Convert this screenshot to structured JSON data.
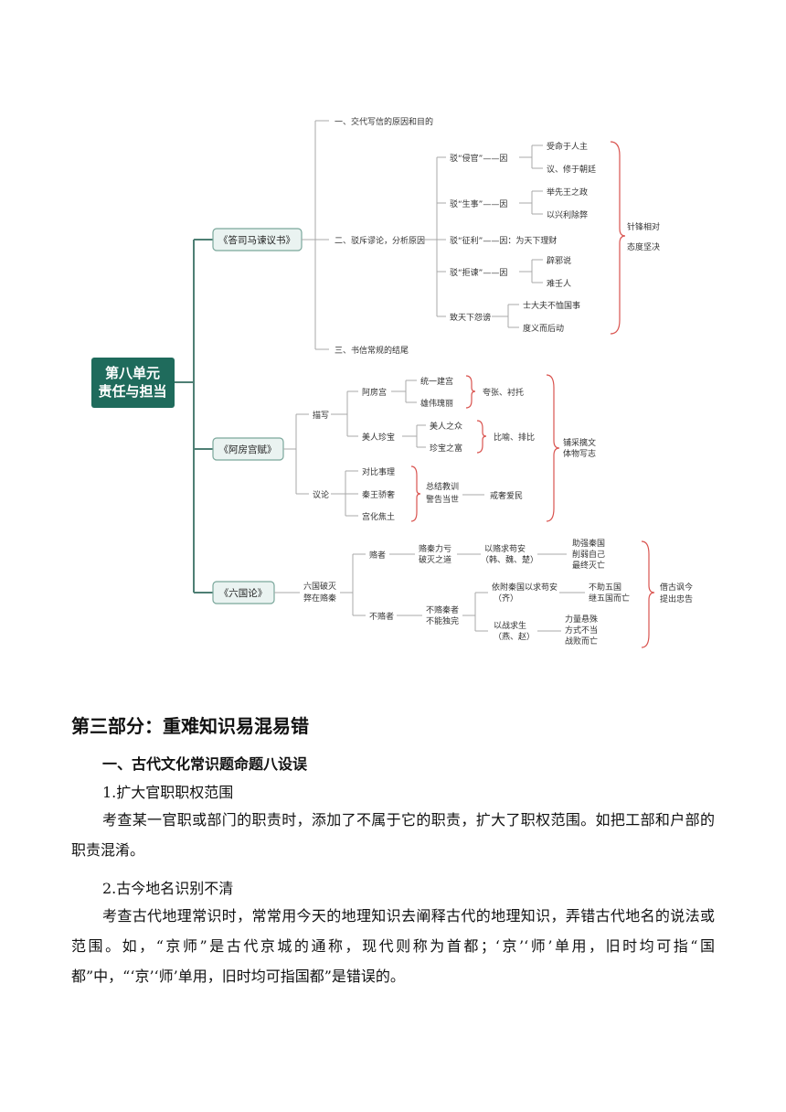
{
  "mindmap": {
    "root": {
      "line1": "第八单元",
      "line2": "责任与担当"
    },
    "b1": {
      "title": "《答司马谏议书》",
      "s1": "一、交代写信的原因和目的",
      "s2": "二、驳斥谬论，分析原因",
      "s3": "三、书信常规的结尾",
      "bo1": "驳“侵官”——因",
      "bo1a": "受命于人主",
      "bo1b": "议、修于朝廷",
      "bo2": "驳“生事”——因",
      "bo2a": "举先王之政",
      "bo2b": "以兴利除弊",
      "bo3": "驳“征利”——因：为天下理财",
      "bo4": "驳“拒谏”——因",
      "bo4a": "辟邪说",
      "bo4b": "难壬人",
      "bo5": "致天下怨谤",
      "bo5a": "士大夫不恤国事",
      "bo5b": "度义而后动",
      "note1": "针锋相对",
      "note2": "态度坚决"
    },
    "b2": {
      "title": "《阿房宫赋》",
      "miaoxie": "描写",
      "afg": "阿房宫",
      "afg1": "统一建宫",
      "afg2": "雄伟瑰丽",
      "afgN": "夸张、衬托",
      "mr": "美人珍宝",
      "mr1": "美人之众",
      "mr2": "珍宝之富",
      "mrN": "比喻、排比",
      "yilun": "议论",
      "y1": "对比事理",
      "y2": "秦王骄奢",
      "y3": "宫化焦土",
      "yN1": "总结教训",
      "yN2": "警告当世",
      "yN3": "戒奢爱民",
      "note1": "铺采摛文",
      "note2": "体物写志"
    },
    "b3": {
      "title": "《六国论》",
      "c1": "六国破灭",
      "c2": "弊在赂秦",
      "lu": "赂者",
      "lu1": "赂秦力亏",
      "lu2": "破灭之道",
      "lu3": "以赂求苟安",
      "lu4": "（韩、魏、楚）",
      "lu5": "助强秦国",
      "lu6": "削弱自己",
      "lu7": "最终灭亡",
      "bl": "不赂者",
      "bl1": "不赂秦者",
      "bl2": "不能独完",
      "bl3": "依附秦国以求苟安",
      "bl4": "（齐）",
      "bl5": "不助五国",
      "bl6": "继五国而亡",
      "bl7": "以战求生",
      "bl8": "（燕、赵）",
      "bl9": "力量悬殊",
      "bl10": "方式不当",
      "bl11": "战败而亡",
      "note1": "借古讽今",
      "note2": "提出忠告"
    }
  },
  "doc": {
    "section_title": "第三部分：重难知识易混易错",
    "sub_title": "一、古代文化常识题命题八设误",
    "item1": "1.扩大官职职权范围",
    "para1": "考查某一官职或部门的职责时，添加了不属于它的职责，扩大了职权范围。如把工部和户部的职责混淆。",
    "item2": "2.古今地名识别不清",
    "para2": "考查古代地理常识时，常常用今天的地理知识去阐释古代的地理知识，弄错古代地名的说法或范围。如，“京师”是古代京城的通称，现代则称为首都；‘京’‘师’单用，旧时均可指“国都”中，“‘京’‘师’单用，旧时均可指国都”是错误的。"
  }
}
